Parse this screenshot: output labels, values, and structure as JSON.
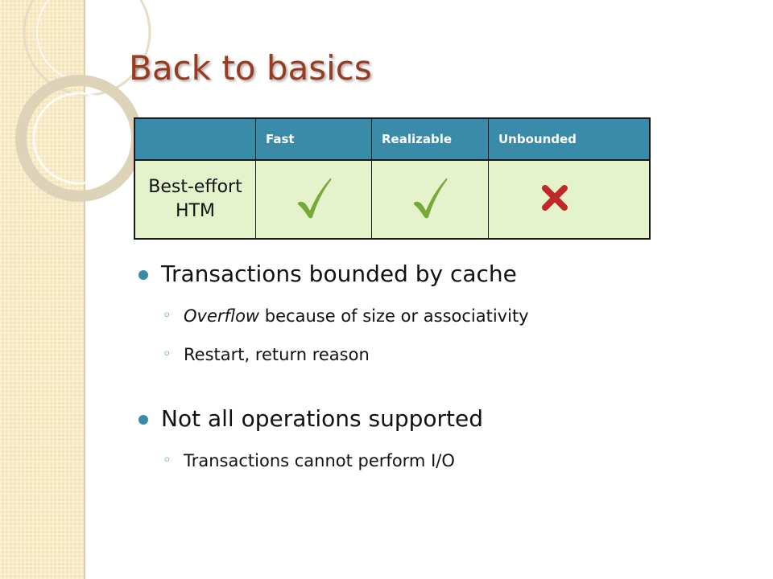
{
  "slide": {
    "title": "Back to basics"
  },
  "table": {
    "headers": [
      "",
      "Fast",
      "Realizable",
      "Unbounded"
    ],
    "row_label_line1": "Best-effort",
    "row_label_line2": "HTM",
    "cells": [
      "check-icon",
      "check-icon",
      "cross-icon"
    ]
  },
  "colors": {
    "title": "#9a3a1e",
    "header_bg": "#3a8aa9",
    "row_bg": "#e4f3cc",
    "check": "#76a83a",
    "cross": "#c0282a",
    "bullet": "#3a8aa9"
  },
  "bullets": [
    {
      "text": "Transactions bounded by cache",
      "sub": [
        {
          "em": "Overflow",
          "text": " because of size or associativity"
        },
        {
          "em": "",
          "text": "Restart, return reason"
        }
      ]
    },
    {
      "text": "Not all operations supported",
      "sub": [
        {
          "em": "",
          "text": "Transactions cannot perform I/O"
        }
      ]
    }
  ]
}
